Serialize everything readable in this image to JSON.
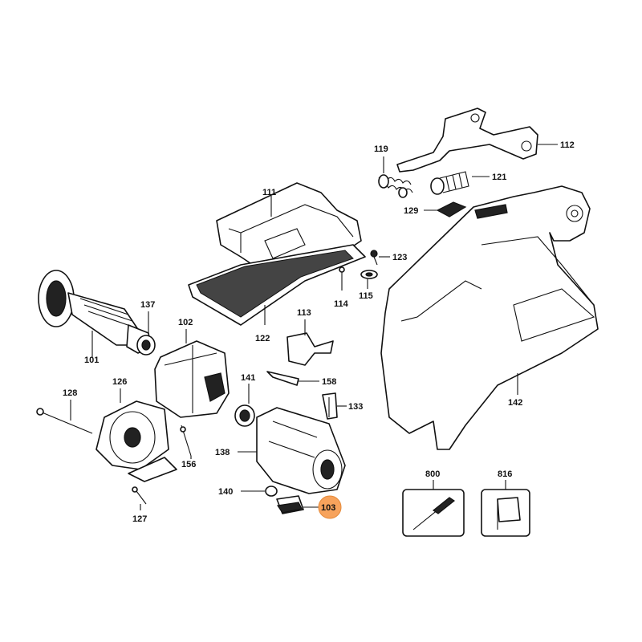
{
  "callouts": {
    "c112": "112",
    "c119": "119",
    "c121": "121",
    "c129": "129",
    "c111": "111",
    "c123": "123",
    "c114": "114",
    "c115": "115",
    "c137": "137",
    "c101": "101",
    "c102": "102",
    "c122": "122",
    "c113": "113",
    "c158": "158",
    "c141": "141",
    "c133": "133",
    "c142": "142",
    "c126": "126",
    "c128": "128",
    "c156": "156",
    "c138": "138",
    "c140": "140",
    "c103": "103",
    "c127": "127",
    "c800": "800",
    "c816": "816"
  },
  "highlight": {
    "part": "103",
    "color": "#f7a35c"
  }
}
